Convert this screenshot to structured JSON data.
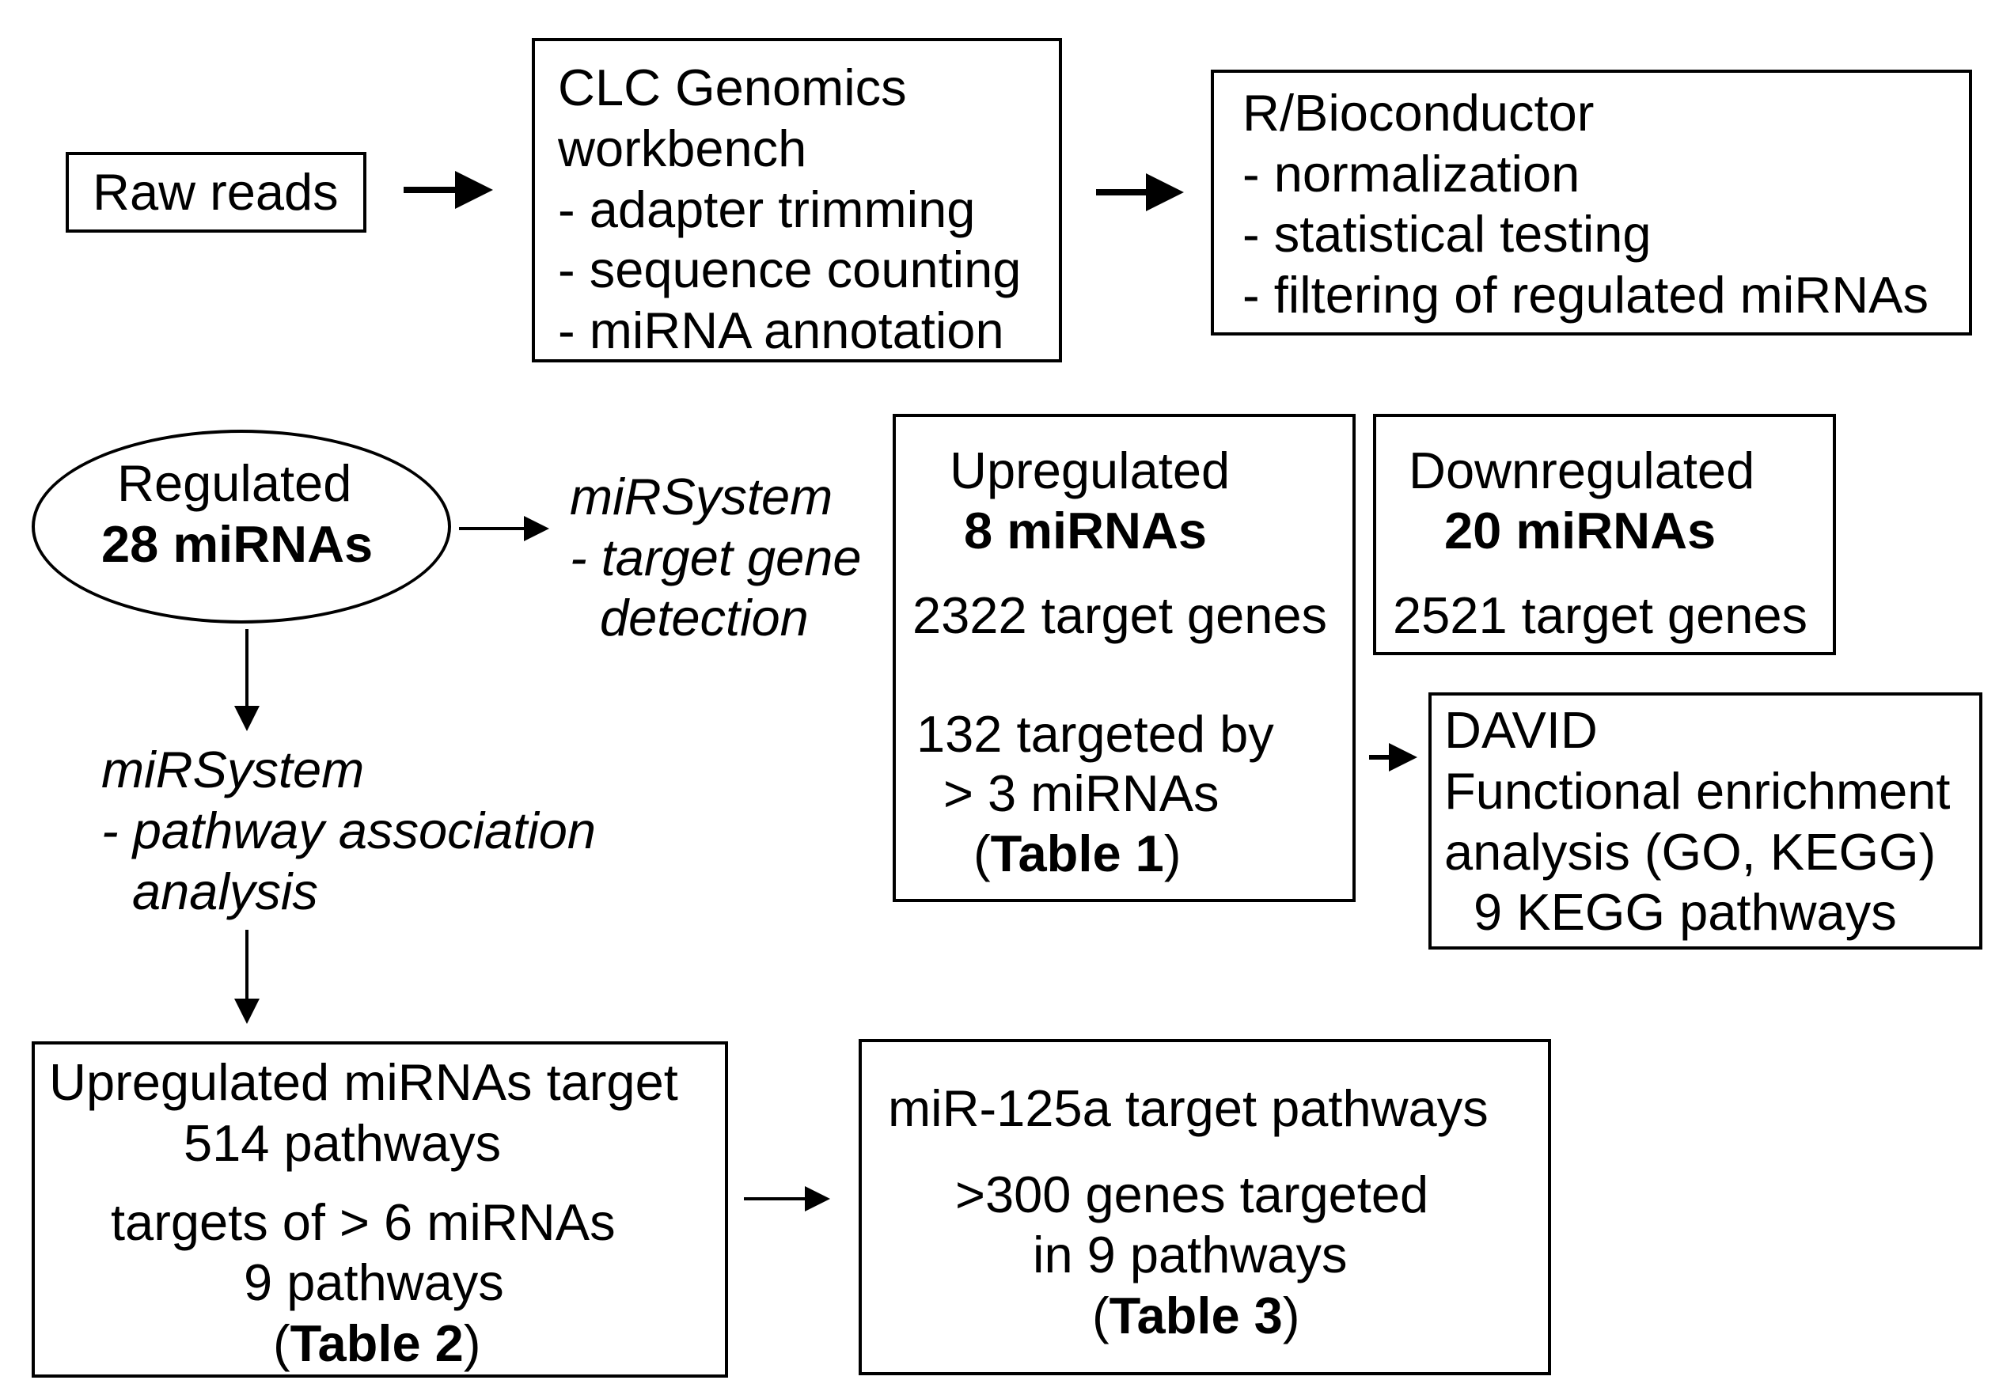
{
  "raw": {
    "text": "Raw reads"
  },
  "clc": {
    "title1": "CLC Genomics",
    "title2": "workbench",
    "step1": "- adapter trimming",
    "step2": "- sequence counting",
    "step3": "- miRNA annotation"
  },
  "rbioc": {
    "title": "R/Bioconductor",
    "step1": "- normalization",
    "step2": "- statistical testing",
    "step3": "- filtering of regulated miRNAs"
  },
  "regulated": {
    "line1": "Regulated",
    "line2": "28 miRNAs"
  },
  "mirsystem_target": {
    "line1": "miRSystem",
    "line2": "- target gene",
    "line3": "detection"
  },
  "upregulated": {
    "title": "Upregulated",
    "count": "8 miRNAs",
    "targets": "2322 target genes",
    "targeted1": "132 targeted by",
    "targeted2": "> 3 miRNAs",
    "ref_open": "(",
    "ref_bold": "Table 1",
    "ref_close": ")"
  },
  "downregulated": {
    "title": "Downregulated",
    "count": "20 miRNAs",
    "targets": "2521 target genes"
  },
  "david": {
    "line1": "DAVID",
    "line2": "Functional enrichment",
    "line3": "analysis (GO, KEGG)",
    "line4": "9 KEGG pathways"
  },
  "mirsystem_pathway": {
    "line1": "miRSystem",
    "line2": "- pathway association",
    "line3": "analysis"
  },
  "upmirna_pathways": {
    "line1": "Upregulated miRNAs target",
    "line2": "514 pathways",
    "line3": "targets of > 6 miRNAs",
    "line4": "9 pathways",
    "ref_open": "(",
    "ref_bold": "Table 2",
    "ref_close": ")"
  },
  "mir125a": {
    "line1": "miR-125a target pathways",
    "line2": ">300 genes targeted",
    "line3": "in 9 pathways",
    "ref_open": "(",
    "ref_bold": "Table 3",
    "ref_close": ")"
  }
}
